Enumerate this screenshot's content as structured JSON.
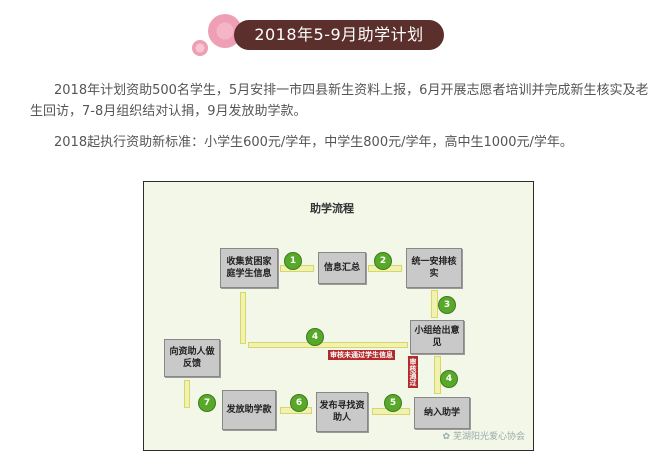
{
  "header": {
    "title": "2018年5-9月助学计划"
  },
  "paragraphs": [
    "2018年计划资助500名学生，5月安排一市四县新生资料上报，6月开展志愿者培训并完成新生核实及老生回访，7-8月组织结对认捐，9月发放助学款。",
    "2018起执行资助新标准：小学生600元/学年，中学生800元/学年，高中生1000元/学年。"
  ],
  "diagram": {
    "title": "助学流程",
    "boxes": {
      "collect": "收集贫困家庭学生信息",
      "summary": "信息汇总",
      "arrange": "统一安排核实",
      "group": "小组给出意见",
      "include": "纳入助学",
      "publish": "发布寻找资助人",
      "disburse": "发放助学款",
      "feedback": "向资助人做反馈"
    },
    "steps": [
      "1",
      "2",
      "3",
      "4",
      "4",
      "5",
      "6",
      "7"
    ],
    "labels": {
      "reject": "审核未通过学生信息",
      "pass": "审核通过"
    },
    "watermark": "芜湖阳光爱心协会"
  },
  "colors": {
    "title_pill": "#5b2f2c",
    "step_circle": "#58a82a",
    "arrow_fill": "#f2f2b0",
    "box_fill": "#c9c9c9",
    "red_label": "#b22a2a"
  }
}
